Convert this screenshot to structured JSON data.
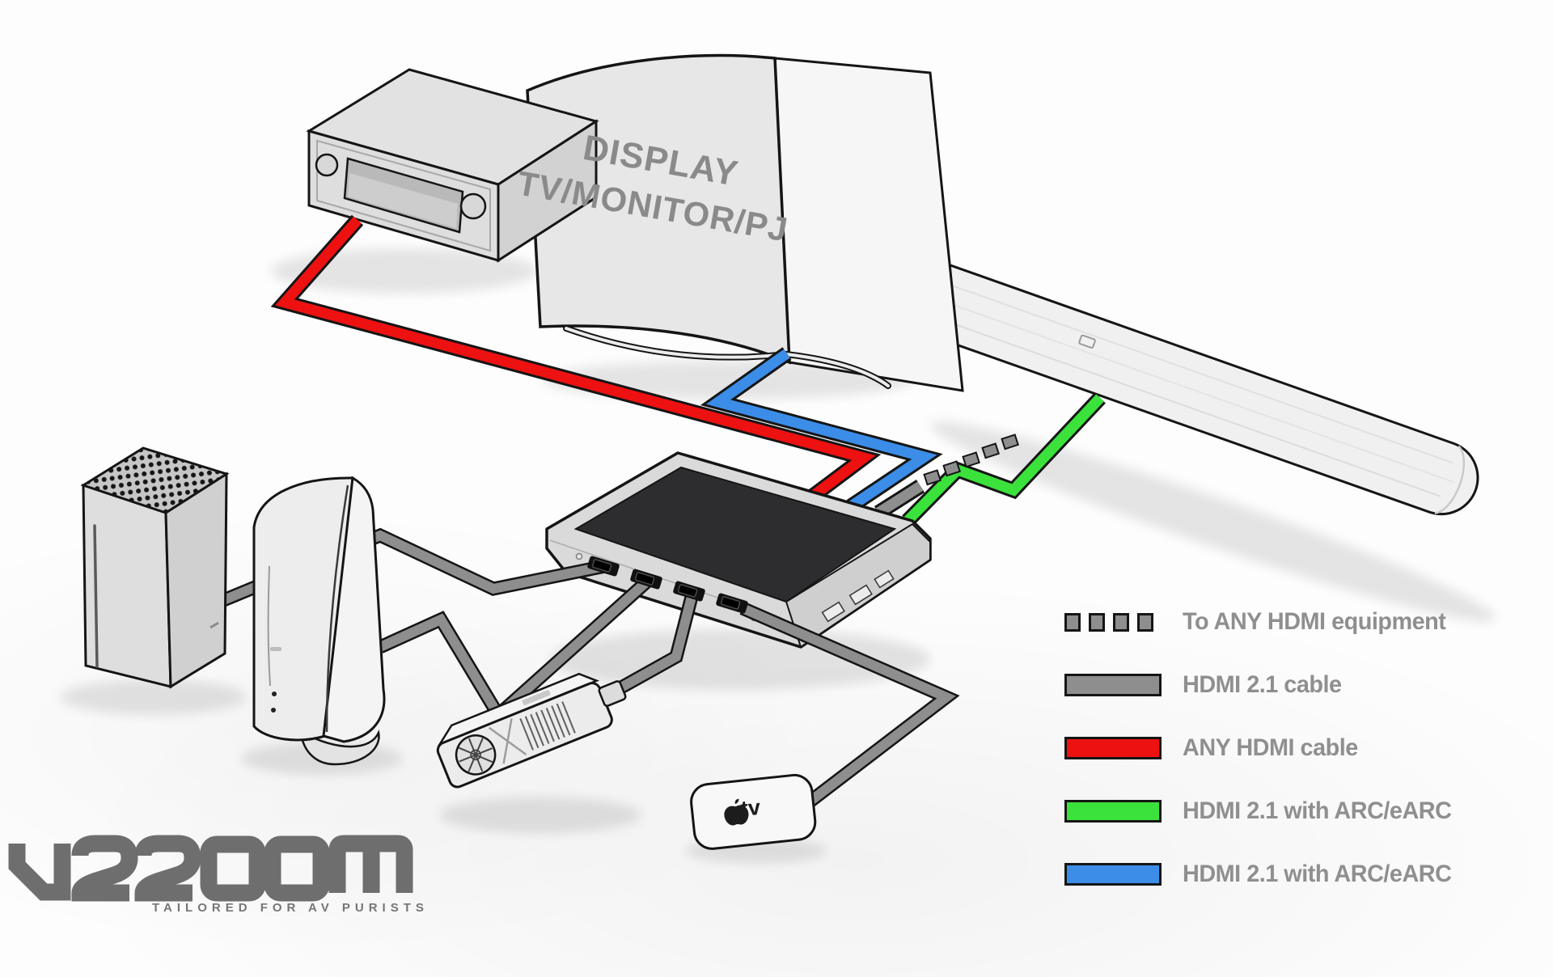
{
  "diagram": {
    "display_label_line1": "DISPLAY",
    "display_label_line2": "TV/MONITOR/PJ",
    "devices": [
      {
        "name": "av-receiver",
        "label": ""
      },
      {
        "name": "display-tv-monitor-pj",
        "label": "DISPLAY TV/MONITOR/PJ"
      },
      {
        "name": "soundbar",
        "label": ""
      },
      {
        "name": "hdmi-matrix-switch",
        "label": ""
      },
      {
        "name": "xbox-series-x-console",
        "label": ""
      },
      {
        "name": "playstation-5-console",
        "label": ""
      },
      {
        "name": "graphics-card",
        "label": ""
      },
      {
        "name": "apple-tv",
        "label": "tv"
      }
    ]
  },
  "legend": {
    "items": [
      {
        "label": "To ANY HDMI equipment",
        "style": "dashed",
        "color_key": "gray"
      },
      {
        "label": "HDMI 2.1 cable",
        "style": "solid",
        "color_key": "gray"
      },
      {
        "label": "ANY HDMI cable",
        "style": "solid",
        "color_key": "red"
      },
      {
        "label": "HDMI 2.1 with ARC/eARC",
        "style": "solid",
        "color_key": "green"
      },
      {
        "label": "HDMI 2.1 with ARC/eARC",
        "style": "solid",
        "color_key": "blue"
      }
    ]
  },
  "logo": {
    "brand": "VRROOM",
    "tagline": "TAILORED FOR AV PURISTS"
  },
  "apple_tv": {
    "label": "tv"
  },
  "colors": {
    "red": "#ee1111",
    "green": "#3ce23c",
    "blue": "#3b8de8",
    "gray": "#8e8e8e",
    "device_top": "#2d2d30",
    "outline": "#151515",
    "text_gray": "#8f8f8f"
  }
}
